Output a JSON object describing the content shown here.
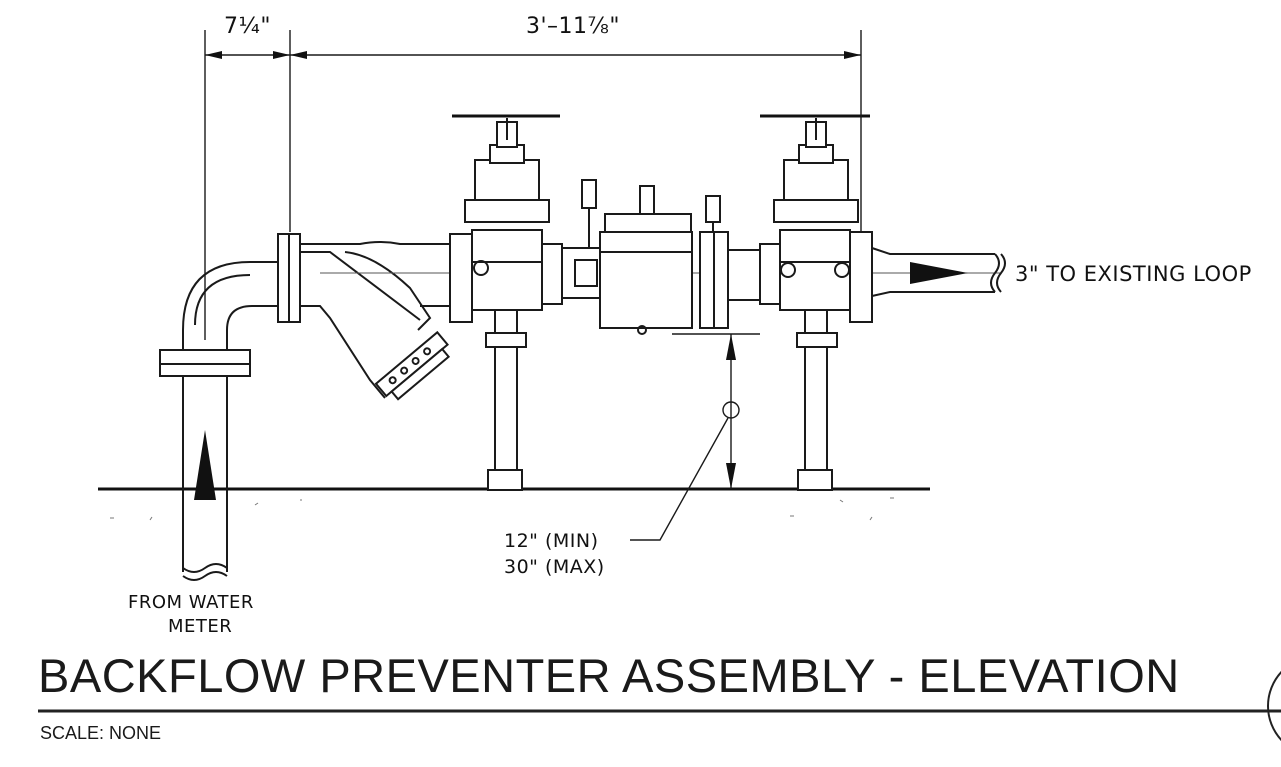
{
  "drawing": {
    "title": "BACKFLOW PREVENTER ASSEMBLY - ELEVATION",
    "scale": "SCALE: NONE"
  },
  "dimensions": {
    "left_offset": "7¼\"",
    "overall_length": "3'–11⅞\"",
    "clearance_min": "12\" (MIN)",
    "clearance_max": "30\" (MAX)"
  },
  "labels": {
    "outlet": "3\" TO EXISTING LOOP",
    "inlet_line1": "FROM WATER",
    "inlet_line2": "METER"
  },
  "colors": {
    "linework": "#1a1a1a",
    "background": "#ffffff"
  }
}
